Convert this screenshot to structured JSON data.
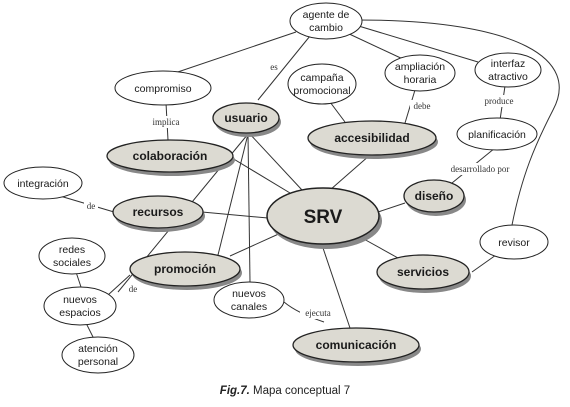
{
  "nodes": {
    "agente": [
      "agente de",
      "cambio"
    ],
    "compromiso": [
      "compromiso"
    ],
    "usuario": [
      "usuario"
    ],
    "campana": [
      "campaña",
      "promocional"
    ],
    "ampliacion": [
      "ampliación",
      "horaria"
    ],
    "interfaz": [
      "interfaz",
      "atractivo"
    ],
    "colaboracion": [
      "colaboración"
    ],
    "accesibilidad": [
      "accesibilidad"
    ],
    "planificacion": [
      "planificación"
    ],
    "integracion": [
      "integración"
    ],
    "recursos": [
      "recursos"
    ],
    "srv": [
      "SRV"
    ],
    "diseno": [
      "diseño"
    ],
    "redes": [
      "redes",
      "sociales"
    ],
    "promocion": [
      "promoción"
    ],
    "revisor": [
      "revisor"
    ],
    "nuevos_espacios": [
      "nuevos",
      "espacios"
    ],
    "nuevos_canales": [
      "nuevos",
      "canales"
    ],
    "servicios": [
      "servicios"
    ],
    "atencion": [
      "atención",
      "personal"
    ],
    "comunicacion": [
      "comunicación"
    ]
  },
  "edge_labels": {
    "es": "es",
    "implica": "implica",
    "debe": "debe",
    "produce": "produce",
    "desarrollado_por": "desarrollado por",
    "de_integracion": "de",
    "de_promocion": "de",
    "ejecuta": "ejecuta"
  },
  "caption": {
    "lead": "Fig.7.",
    "text": " Mapa conceptual 7"
  },
  "colors": {
    "primary_fill": "#dcdad2",
    "secondary_fill": "#ffffff",
    "stroke": "#222222"
  }
}
